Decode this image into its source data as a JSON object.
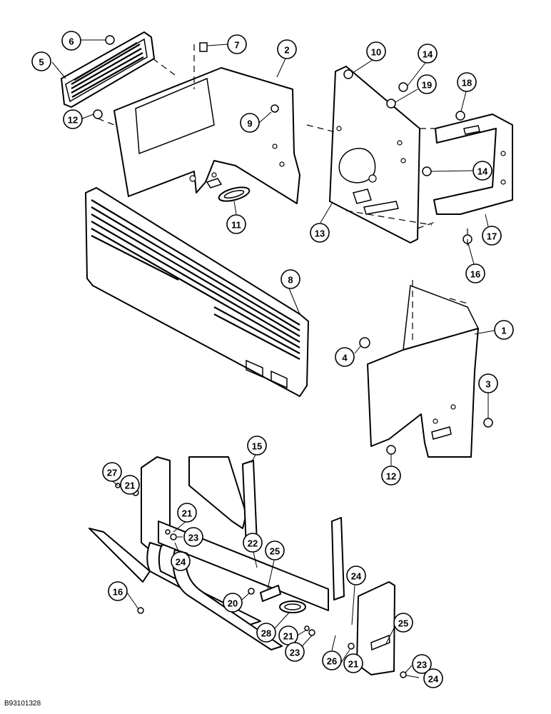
{
  "drawing_id": "B93101328",
  "callouts": [
    {
      "id": "c6",
      "label": "6"
    },
    {
      "id": "c5",
      "label": "5"
    },
    {
      "id": "c12a",
      "label": "12"
    },
    {
      "id": "c7",
      "label": "7"
    },
    {
      "id": "c2",
      "label": "2"
    },
    {
      "id": "c9",
      "label": "9"
    },
    {
      "id": "c11",
      "label": "11"
    },
    {
      "id": "c10",
      "label": "10"
    },
    {
      "id": "c14a",
      "label": "14"
    },
    {
      "id": "c19",
      "label": "19"
    },
    {
      "id": "c18",
      "label": "18"
    },
    {
      "id": "c14b",
      "label": "14"
    },
    {
      "id": "c13",
      "label": "13"
    },
    {
      "id": "c17",
      "label": "17"
    },
    {
      "id": "c16a",
      "label": "16"
    },
    {
      "id": "c8",
      "label": "8"
    },
    {
      "id": "c1",
      "label": "1"
    },
    {
      "id": "c4",
      "label": "4"
    },
    {
      "id": "c3",
      "label": "3"
    },
    {
      "id": "c12b",
      "label": "12"
    },
    {
      "id": "c15",
      "label": "15"
    },
    {
      "id": "c27",
      "label": "27"
    },
    {
      "id": "c21a",
      "label": "21"
    },
    {
      "id": "c21b",
      "label": "21"
    },
    {
      "id": "c23a",
      "label": "23"
    },
    {
      "id": "c24a",
      "label": "24"
    },
    {
      "id": "c22",
      "label": "22"
    },
    {
      "id": "c25a",
      "label": "25"
    },
    {
      "id": "c16b",
      "label": "16"
    },
    {
      "id": "c20",
      "label": "20"
    },
    {
      "id": "c24b",
      "label": "24"
    },
    {
      "id": "c28",
      "label": "28"
    },
    {
      "id": "c21c",
      "label": "21"
    },
    {
      "id": "c23b",
      "label": "23"
    },
    {
      "id": "c26",
      "label": "26"
    },
    {
      "id": "c21d",
      "label": "21"
    },
    {
      "id": "c25b",
      "label": "25"
    },
    {
      "id": "c23c",
      "label": "23"
    },
    {
      "id": "c24c",
      "label": "24"
    }
  ]
}
